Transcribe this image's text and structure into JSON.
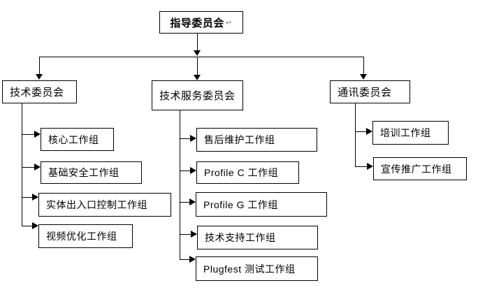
{
  "colors": {
    "background": "#ffffff",
    "line": "#000000",
    "box_border": "#000000",
    "text": "#000000"
  },
  "diagram": {
    "root": {
      "label": "指导委员会",
      "paragraph_mark": "↵"
    },
    "committees": [
      {
        "label": "技术委员会",
        "children": [
          "核心工作组",
          "基础安全工作组",
          "实体出入口控制工作组",
          "视频优化工作组"
        ]
      },
      {
        "label": "技术服务委员会",
        "children": [
          "售后维护工作组",
          "Profile C 工作组",
          "Profile G 工作组",
          "技术支持工作组",
          "Plugfest 测试工作组"
        ]
      },
      {
        "label": "通讯委员会",
        "children": [
          "培训工作组",
          "宣传推广工作组"
        ]
      }
    ]
  }
}
